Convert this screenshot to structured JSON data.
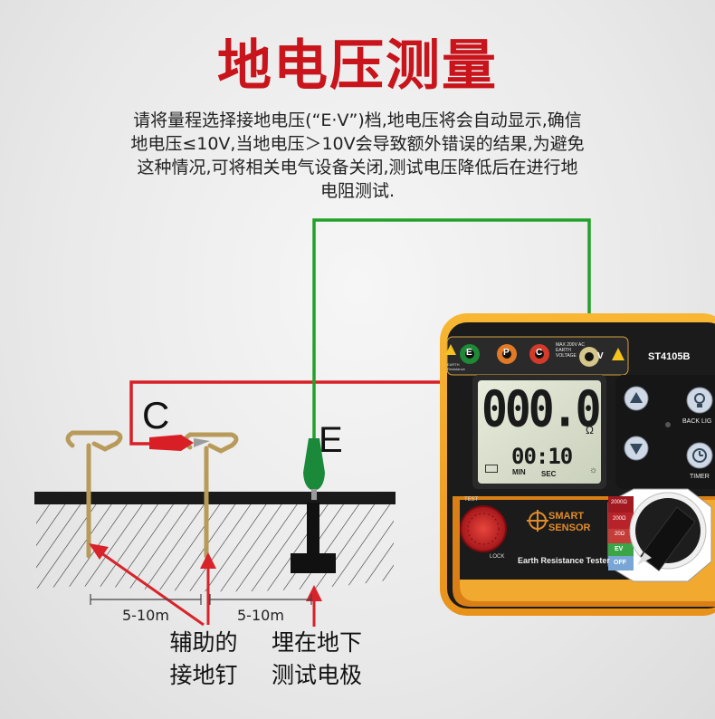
{
  "title": "地电压测量",
  "description": [
    "请将量程选择接地电压(“E·V”)档,地电压将会自动显示,确信",
    "地电压≤10V,当地电压＞10V会导致额外错误的结果,为避免",
    "这种情况,可将相关电气设备关闭,测试电压降低后在进行地",
    "电阻测试."
  ],
  "labels": {
    "c": "C",
    "e": "E"
  },
  "distances": [
    "5-10m",
    "5-10m"
  ],
  "captions": {
    "auxiliary": [
      "辅助的",
      "接地钉"
    ],
    "buried": [
      "埋在地下",
      "测试电极"
    ]
  },
  "device": {
    "model": "ST4105B",
    "display_main": "000.0",
    "display_unit": "Ω",
    "display_timer": "00:10",
    "timer_min": "MIN",
    "timer_sec": "SEC",
    "brand_line1": "SMART",
    "brand_line2": "SENSOR",
    "product_name": "Earth Resistance Tester",
    "backlight_label": "BACK LIG",
    "timer_label": "TIMER",
    "lock_label": "LOCK",
    "test_label": "TEST",
    "terminal_e_label": "EARTH Resistance",
    "terminal_v_label": "MAX 200V AC EARTH VOLTAGE",
    "terminals": [
      "E",
      "P",
      "C",
      "V"
    ],
    "ranges": [
      "2000Ω",
      "200Ω",
      "20Ω",
      "EV",
      "OFF"
    ]
  },
  "colors": {
    "title": "#c8141a",
    "wire_red": "#d81f26",
    "wire_green": "#22a12a",
    "arrow": "#d8232a",
    "device_body": "#f5a623"
  }
}
